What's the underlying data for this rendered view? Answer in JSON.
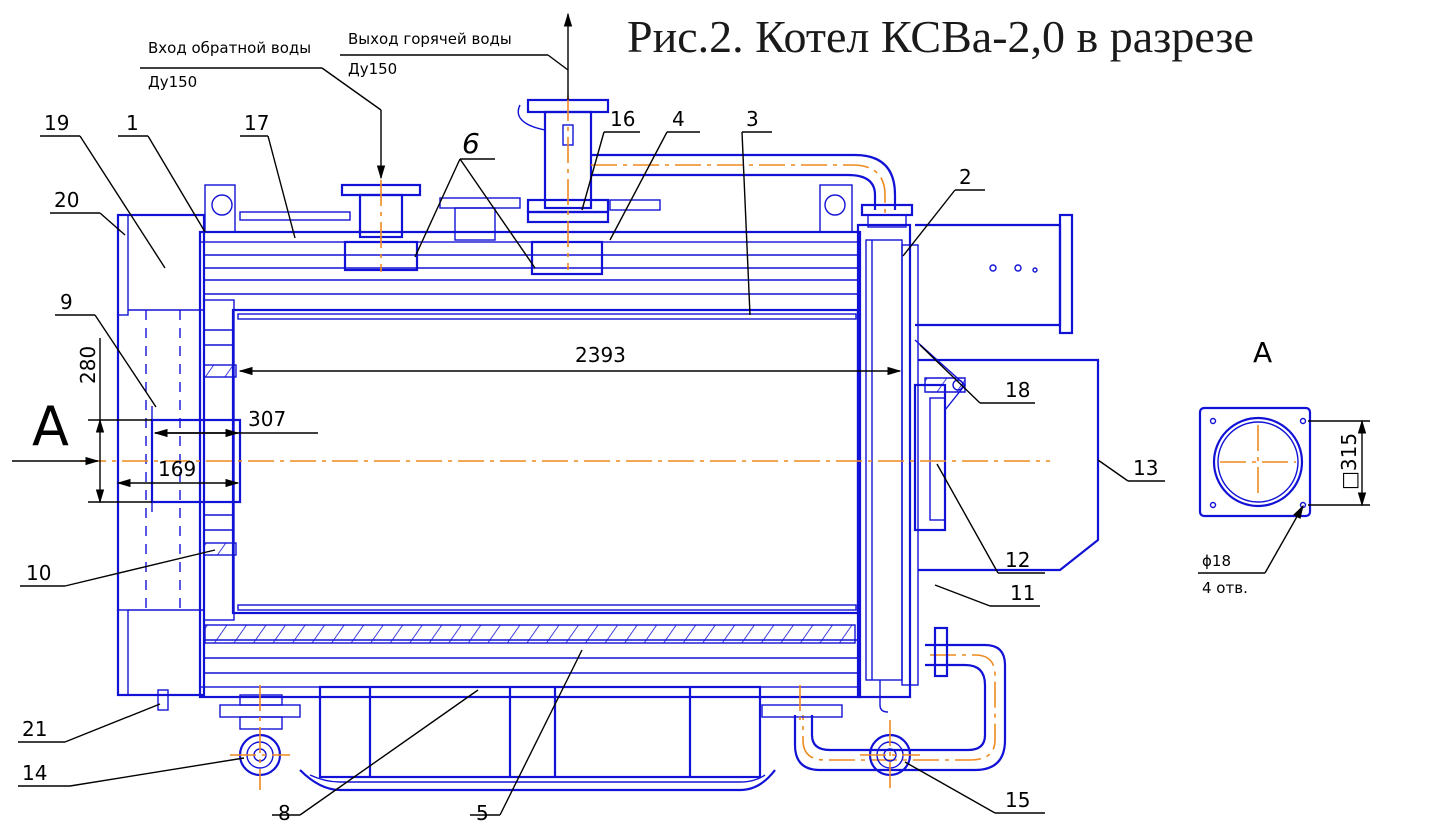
{
  "title": "Рис.2. Котел КСВа-2,0 в разрезе",
  "inlet": {
    "label": "Вход обратной воды",
    "size": "Ду150"
  },
  "outlet": {
    "label": "Выход горячей воды",
    "size": "Ду150"
  },
  "callouts": [
    "1",
    "2",
    "3",
    "4",
    "5",
    "6",
    "8",
    "9",
    "10",
    "11",
    "12",
    "13",
    "14",
    "15",
    "16",
    "17",
    "18",
    "19",
    "20",
    "21"
  ],
  "dimensions": {
    "length": "2393",
    "d307": "307",
    "d169": "169",
    "d280": "280"
  },
  "section_letter": "А",
  "view_a": {
    "letter": "А",
    "square": "□315",
    "hole_dia": "ϕ18",
    "holes": "4 отв."
  },
  "colors": {
    "outline": "#1212d6",
    "axis": "#ef8a1f",
    "leader": "#000000"
  }
}
